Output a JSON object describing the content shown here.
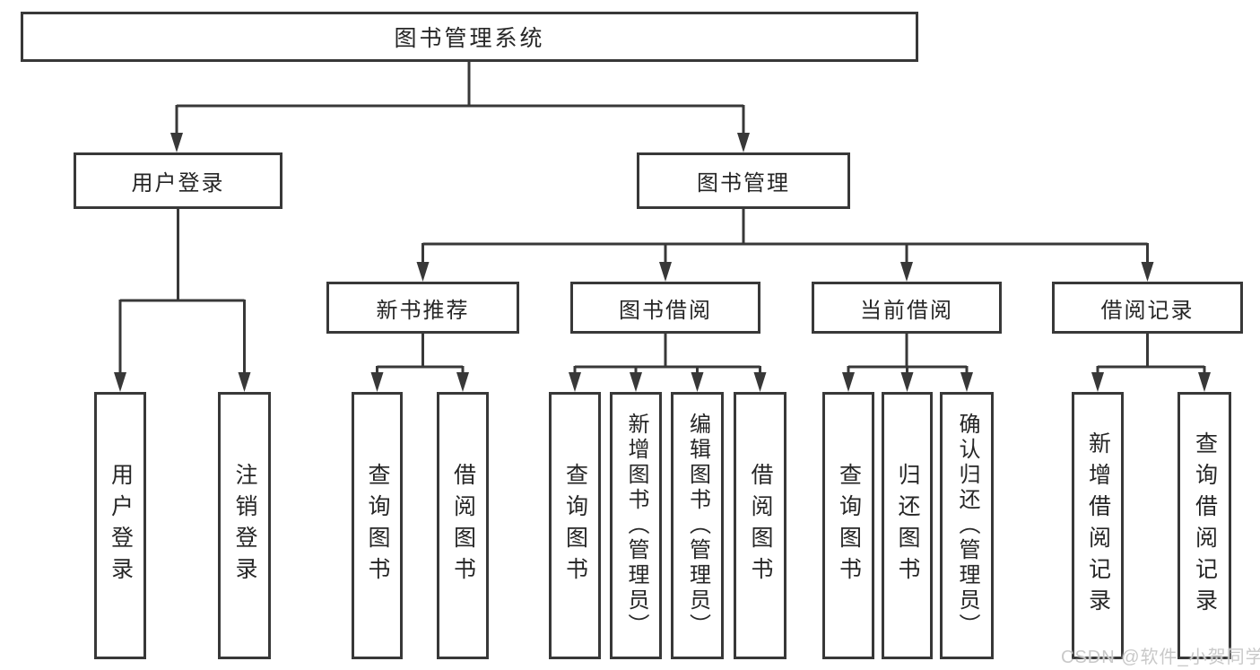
{
  "tree": {
    "root": {
      "label": "图书管理系统"
    },
    "branches": [
      {
        "label": "用户登录",
        "children": [
          {
            "label": "用户登录"
          },
          {
            "label": "注销登录"
          }
        ]
      },
      {
        "label": "图书管理",
        "children": [
          {
            "label": "新书推荐",
            "children": [
              {
                "label": "查询图书"
              },
              {
                "label": "借阅图书"
              }
            ]
          },
          {
            "label": "图书借阅",
            "children": [
              {
                "label": "查询图书"
              },
              {
                "label": "新增图书（管理员）"
              },
              {
                "label": "编辑图书（管理员）"
              },
              {
                "label": "借阅图书"
              }
            ]
          },
          {
            "label": "当前借阅",
            "children": [
              {
                "label": "查询图书"
              },
              {
                "label": "归还图书"
              },
              {
                "label": "确认归还（管理员）"
              }
            ]
          },
          {
            "label": "借阅记录",
            "children": [
              {
                "label": "新增借阅记录"
              },
              {
                "label": "查询借阅记录"
              }
            ]
          }
        ]
      }
    ]
  },
  "watermark": "CSDN @软件_小贺同学",
  "colors": {
    "line": "#383838",
    "text": "#262626",
    "watermark": "#c9c9c9",
    "background": "#ffffff"
  }
}
